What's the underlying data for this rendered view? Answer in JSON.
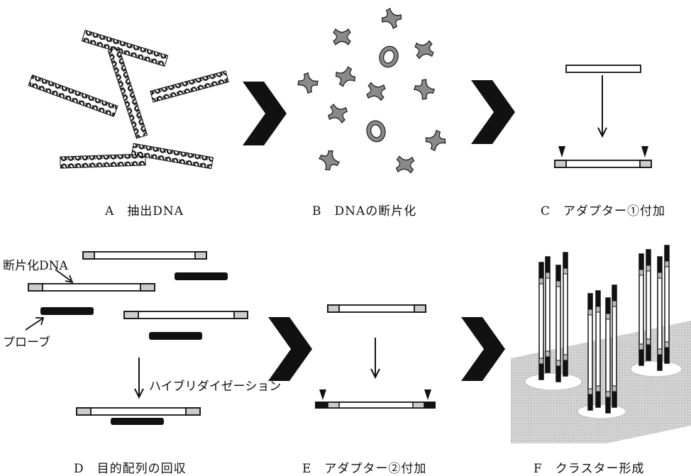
{
  "panels": {
    "a": {
      "caption": "A　抽出DNA"
    },
    "b": {
      "caption": "B　DNAの断片化"
    },
    "c": {
      "caption": "C　アダプター①付加"
    },
    "d": {
      "caption": "D　目的配列の回収",
      "fragment_label": "断片化DNA",
      "probe_label": "プローブ",
      "step_label": "ハイブリダイゼーション"
    },
    "e": {
      "caption": "E　アダプター②付加"
    },
    "f": {
      "caption": "F　クラスター形成"
    }
  },
  "colors": {
    "ink": "#111111",
    "fragment": "#888888",
    "adapter": "#cccccc",
    "ground": "#d4d4d4"
  }
}
